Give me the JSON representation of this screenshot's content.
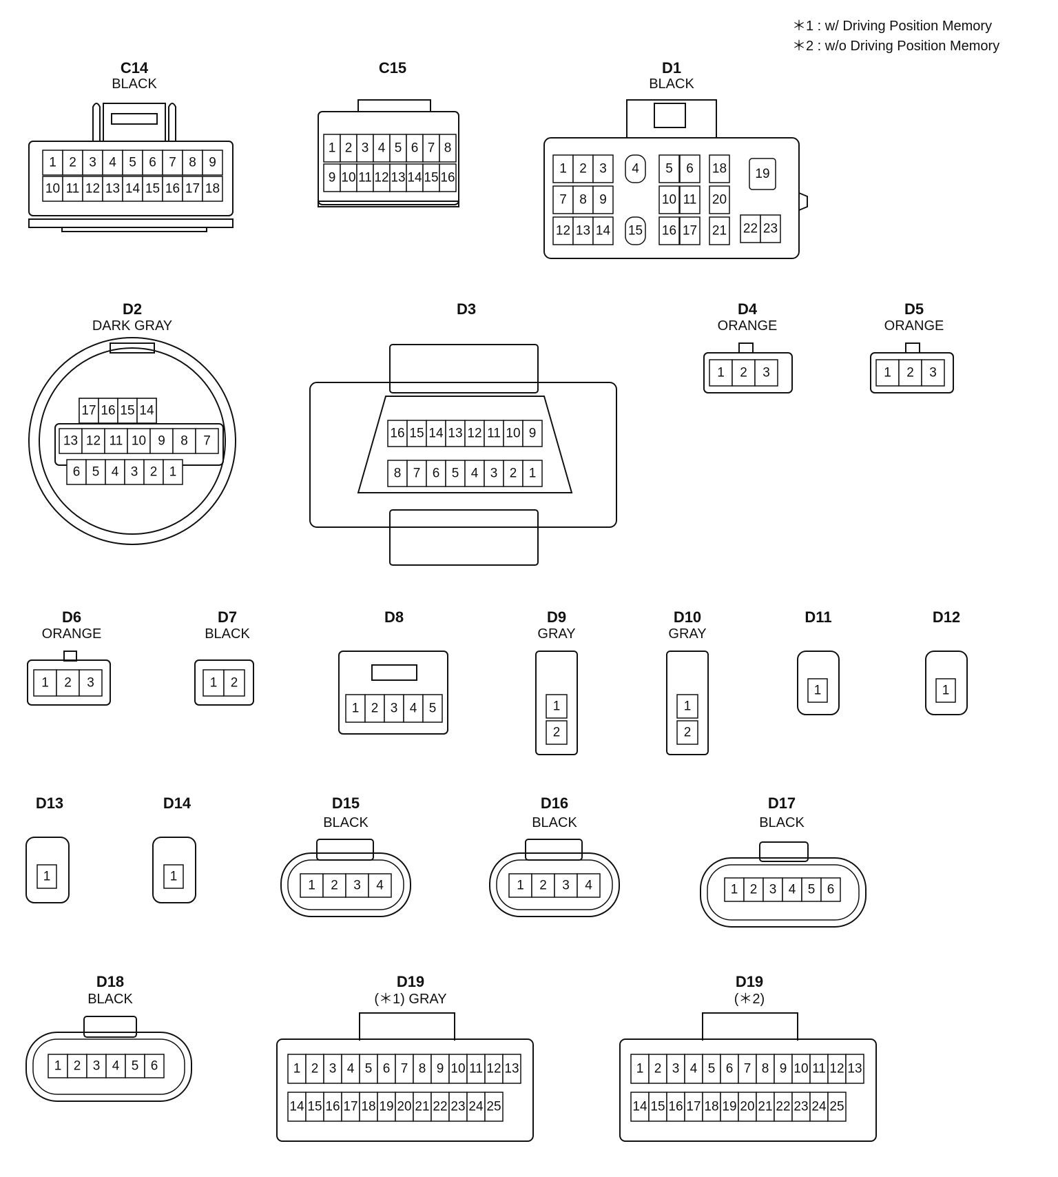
{
  "notes": [
    "＊1 : w/ Driving Position Memory",
    "＊2 : w/o Driving Position Memory"
  ],
  "connectors": {
    "C14": {
      "id": "C14",
      "color": "BLACK"
    },
    "C15": {
      "id": "C15",
      "color": ""
    },
    "D1": {
      "id": "D1",
      "color": "BLACK"
    },
    "D2": {
      "id": "D2",
      "color": "DARK GRAY"
    },
    "D3": {
      "id": "D3",
      "color": ""
    },
    "D4": {
      "id": "D4",
      "color": "ORANGE"
    },
    "D5": {
      "id": "D5",
      "color": "ORANGE"
    },
    "D6": {
      "id": "D6",
      "color": "ORANGE"
    },
    "D7": {
      "id": "D7",
      "color": "BLACK"
    },
    "D8": {
      "id": "D8",
      "color": ""
    },
    "D9": {
      "id": "D9",
      "color": "GRAY"
    },
    "D10": {
      "id": "D10",
      "color": "GRAY"
    },
    "D11": {
      "id": "D11",
      "color": ""
    },
    "D12": {
      "id": "D12",
      "color": ""
    },
    "D13": {
      "id": "D13",
      "color": ""
    },
    "D14": {
      "id": "D14",
      "color": ""
    },
    "D15": {
      "id": "D15",
      "color": "BLACK"
    },
    "D16": {
      "id": "D16",
      "color": "BLACK"
    },
    "D17": {
      "id": "D17",
      "color": "BLACK"
    },
    "D18": {
      "id": "D18",
      "color": "BLACK"
    },
    "D19a": {
      "id": "D19",
      "color": "(＊1)  GRAY"
    },
    "D19b": {
      "id": "D19",
      "color": "(＊2)"
    }
  },
  "pins": {
    "C14_top": [
      "1",
      "2",
      "3",
      "4",
      "5",
      "6",
      "7",
      "8",
      "9"
    ],
    "C14_bottom": [
      "10",
      "11",
      "12",
      "13",
      "14",
      "15",
      "16",
      "17",
      "18"
    ],
    "C15_top": [
      "1",
      "2",
      "3",
      "4",
      "5",
      "6",
      "7",
      "8"
    ],
    "C15_bottom": [
      "9",
      "10",
      "11",
      "12",
      "13",
      "14",
      "15",
      "16"
    ],
    "D1": [
      "1",
      "2",
      "3",
      "4",
      "5",
      "6",
      "7",
      "8",
      "9",
      "10",
      "11",
      "12",
      "13",
      "14",
      "15",
      "16",
      "17",
      "18",
      "19",
      "20",
      "21",
      "22",
      "23"
    ],
    "D2_row1": [
      "17",
      "16",
      "15",
      "14"
    ],
    "D2_row2": [
      "13",
      "12",
      "11",
      "10",
      "9",
      "8",
      "7"
    ],
    "D2_row3": [
      "6",
      "5",
      "4",
      "3",
      "2",
      "1"
    ],
    "D3_top": [
      "16",
      "15",
      "14",
      "13",
      "12",
      "11",
      "10",
      "9"
    ],
    "D3_bottom": [
      "8",
      "7",
      "6",
      "5",
      "4",
      "3",
      "2",
      "1"
    ],
    "D4": [
      "1",
      "2",
      "3"
    ],
    "D5": [
      "1",
      "2",
      "3"
    ],
    "D6": [
      "1",
      "2",
      "3"
    ],
    "D7": [
      "1",
      "2"
    ],
    "D8": [
      "1",
      "2",
      "3",
      "4",
      "5"
    ],
    "D9": [
      "1",
      "2"
    ],
    "D10": [
      "1",
      "2"
    ],
    "D11": [
      "1"
    ],
    "D12": [
      "1"
    ],
    "D13": [
      "1"
    ],
    "D14": [
      "1"
    ],
    "D15": [
      "1",
      "2",
      "3",
      "4"
    ],
    "D16": [
      "1",
      "2",
      "3",
      "4"
    ],
    "D17": [
      "1",
      "2",
      "3",
      "4",
      "5",
      "6"
    ],
    "D18": [
      "1",
      "2",
      "3",
      "4",
      "5",
      "6"
    ],
    "D19_top": [
      "1",
      "2",
      "3",
      "4",
      "5",
      "6",
      "7",
      "8",
      "9",
      "10",
      "11",
      "12",
      "13"
    ],
    "D19_bottom": [
      "14",
      "15",
      "16",
      "17",
      "18",
      "19",
      "20",
      "21",
      "22",
      "23",
      "24",
      "25"
    ]
  }
}
